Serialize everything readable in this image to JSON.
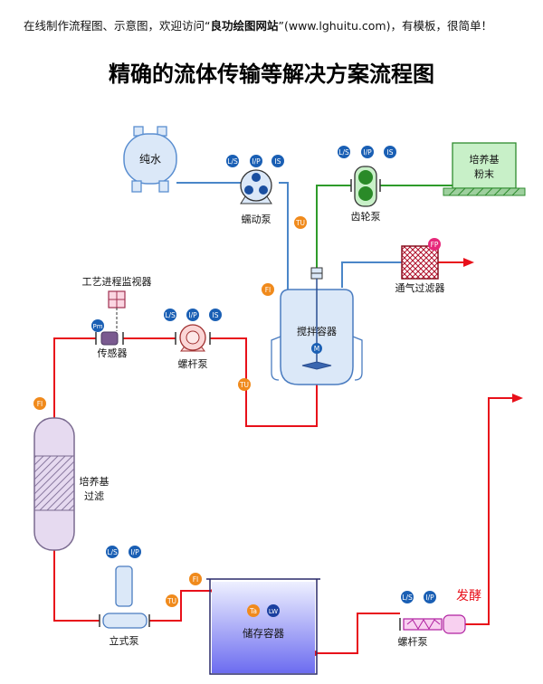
{
  "banner": {
    "prefix": "在线制作流程图、示意图，欢迎访问“",
    "site": "良功绘图网站",
    "suffix": "”(www.lghuitu.com)，有模板，很简单！"
  },
  "title": "精确的流体传输等解决方案流程图",
  "equipment": {
    "pure_water": "纯水",
    "peristaltic_pump": "蠕动泵",
    "gear_pump": "齿轮泵",
    "medium_powder_1": "培养基",
    "medium_powder_2": "粉末",
    "vent_filter": "通气过滤器",
    "process_monitor": "工艺进程监视器",
    "sensor": "传感器",
    "screw_pump": "螺杆泵",
    "stir_vessel": "搅拌容器",
    "media_filter_1": "培养基",
    "media_filter_2": "过滤",
    "vertical_pump": "立式泵",
    "storage_vessel": "储存容器",
    "screw_pump_2": "螺杆泵",
    "fermentation": "发酵"
  },
  "tags": {
    "ls": "L/S",
    "ip": "I/P",
    "is": "IS",
    "tu": "TU",
    "fi": "FI",
    "fp": "FP",
    "pm": "Pm",
    "m": "M",
    "ta": "Ta",
    "lw": "LW"
  },
  "colors": {
    "red_line": "#e8101a",
    "blue_line": "#4a86c8",
    "green_line": "#2e9b2a",
    "tag_blue": "#1a5fb4",
    "tag_orange": "#f08a1c",
    "tag_pink": "#e6287a",
    "equip_blue_fill": "#dbe8f8",
    "equip_green_fill": "#c8f0c8",
    "red_text": "#e8101a"
  }
}
